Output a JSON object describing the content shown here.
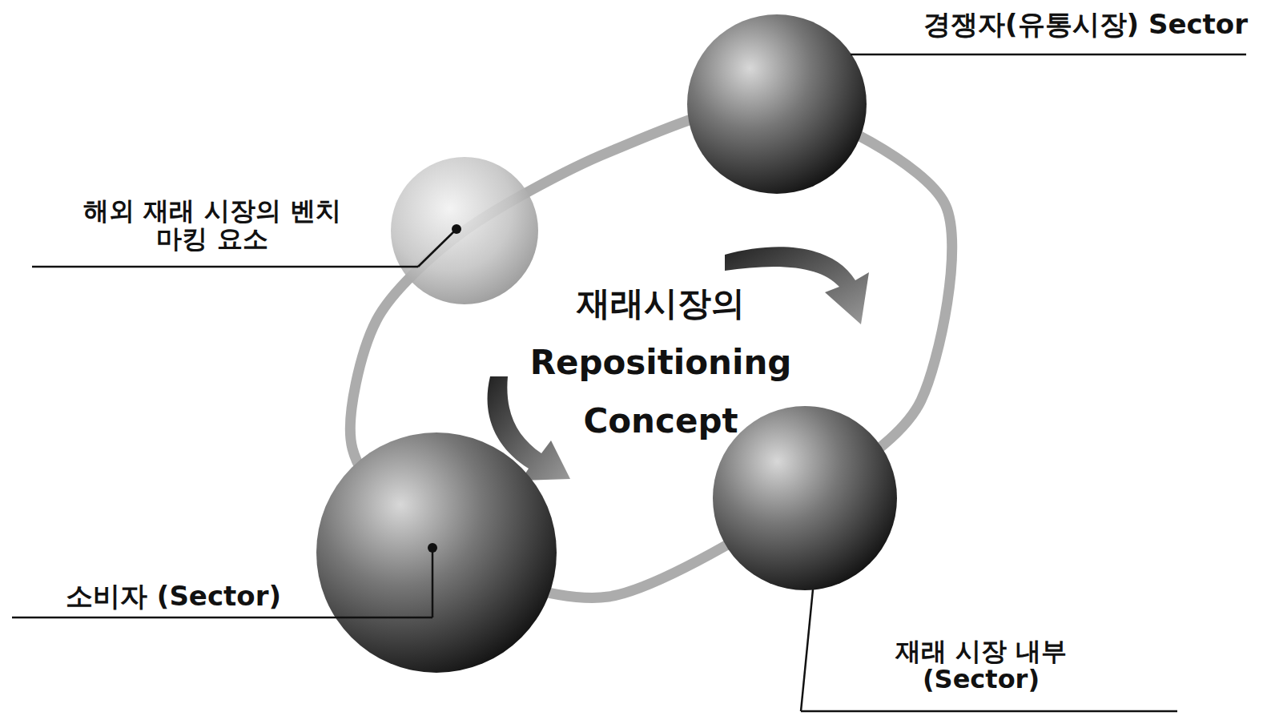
{
  "diagram": {
    "labels": [
      "경쟁자(유통시장) Sector",
      "해외 재래 시장의 벤치마킹 요소",
      "재래시장의 Repositioning Concept",
      "소비자 (Sector)",
      "재래 시장 내부 (Sector)"
    ]
  }
}
